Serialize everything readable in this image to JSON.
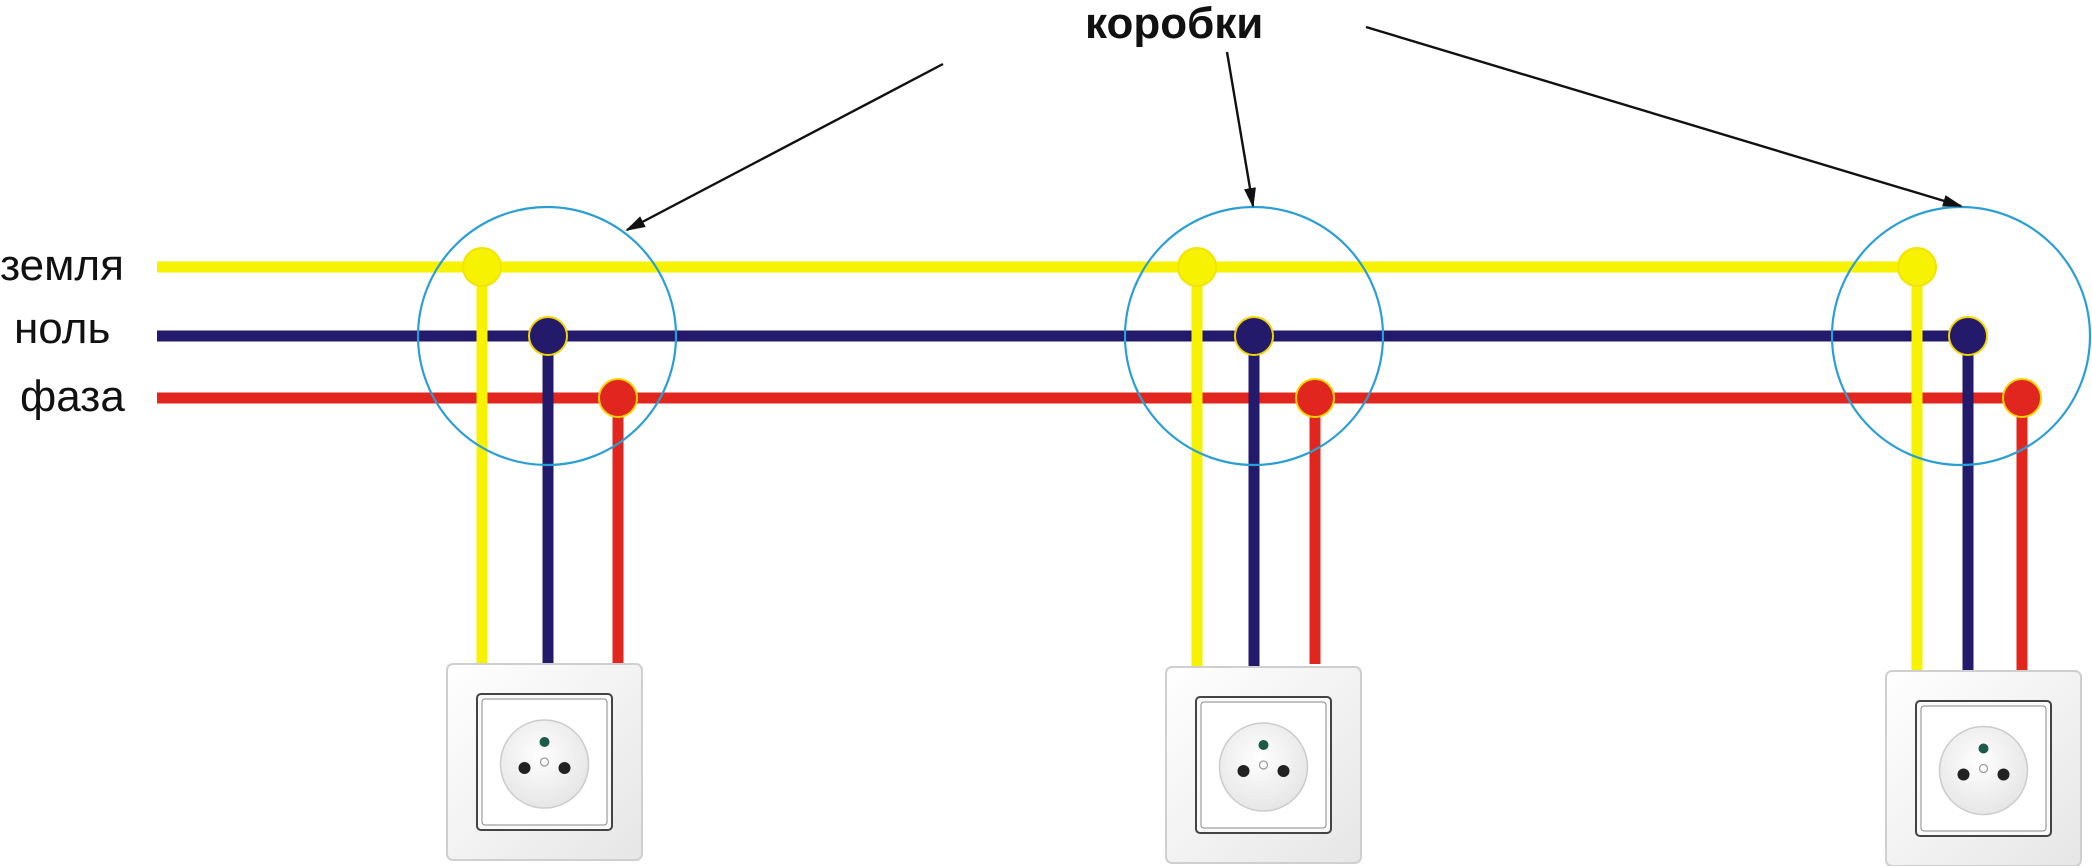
{
  "title": "коробки",
  "wires": [
    {
      "id": "earth",
      "label": "земля",
      "color": "#f7f200"
    },
    {
      "id": "neutral",
      "label": "ноль",
      "color": "#231a6b"
    },
    {
      "id": "phase",
      "label": "фаза",
      "color": "#e0261e"
    }
  ],
  "colors": {
    "box_circle": "#2a9fd6",
    "arrow": "#111111",
    "socket_plate": "#f4f4f4",
    "socket_frame": "#444444"
  },
  "boxes": [
    {
      "id": "box-1"
    },
    {
      "id": "box-2"
    },
    {
      "id": "box-3"
    }
  ],
  "sockets": [
    {
      "id": "socket-1"
    },
    {
      "id": "socket-2"
    },
    {
      "id": "socket-3"
    }
  ]
}
